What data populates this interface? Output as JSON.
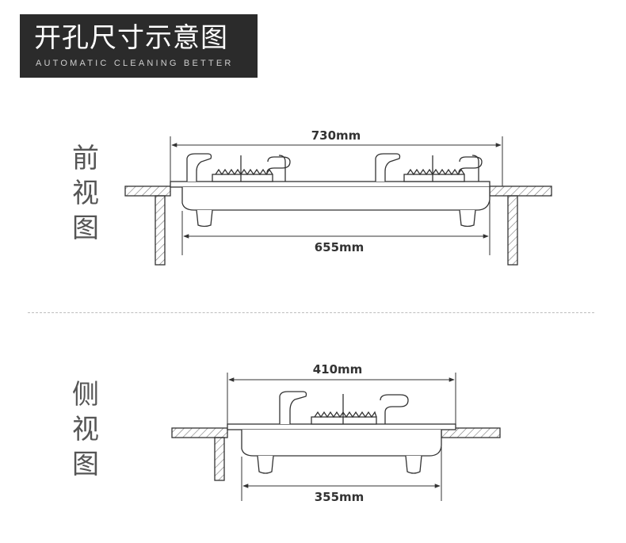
{
  "header": {
    "title": "开孔尺寸示意图",
    "subtitle": "AUTOMATIC CLEANING BETTER"
  },
  "front_view": {
    "label_chars": [
      "前",
      "视",
      "图"
    ],
    "top_dimension": "730mm",
    "bottom_dimension": "655mm"
  },
  "side_view": {
    "label_chars": [
      "侧",
      "视",
      "图"
    ],
    "top_dimension": "410mm",
    "bottom_dimension": "355mm"
  },
  "colors": {
    "title_background": "#2b2b2b",
    "line": "#333333",
    "hatch": "#777777"
  }
}
